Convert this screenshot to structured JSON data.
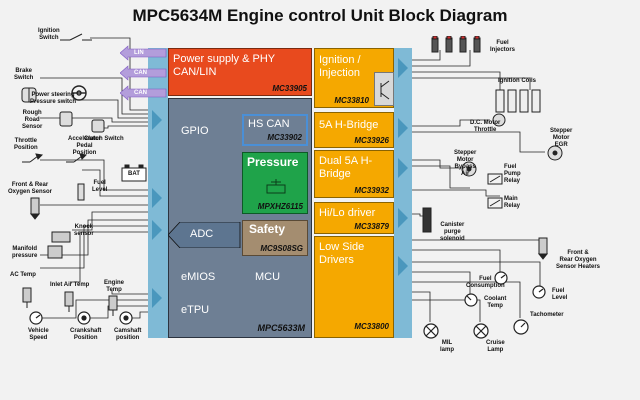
{
  "title": "MPC5634M Engine control Unit Block Diagram",
  "colors": {
    "mcu": "#6e7f94",
    "red": "#e84a1e",
    "orange": "#f5a800",
    "green": "#1fa34a",
    "safety": "#a48d70",
    "hscan": "#4a8fd6",
    "connector": "#7fbad6",
    "bus_arrow": "#b39ddb"
  },
  "bus_arrows": [
    "LIN",
    "CAN",
    "CAN"
  ],
  "blocks": {
    "power": {
      "label": "Power supply & PHY CAN/LIN",
      "part": "MC33905"
    },
    "ignition": {
      "label": "Ignition / Injection",
      "part": "MC33810"
    },
    "hbridge5": {
      "label": "5A H-Bridge",
      "part": "MC33926"
    },
    "dual_hbridge": {
      "label": "Dual 5A H-Bridge",
      "part": "MC33932"
    },
    "hilo": {
      "label": "Hi/Lo driver",
      "part": "MC33879"
    },
    "lowside": {
      "label": "Low Side Drivers",
      "part": "MC33800"
    },
    "hscan": {
      "label": "HS CAN",
      "part": "MC33902"
    },
    "pressure": {
      "label": "Pressure",
      "part": "MPXHZ6115"
    },
    "safety": {
      "label": "Safety",
      "part": "MC9S08SG"
    },
    "mcu": {
      "gpio": "GPIO",
      "adc": "ADC",
      "emios": "eMIOS",
      "mcu_label": "MCU",
      "etpu": "eTPU",
      "part": "MPC5633M"
    }
  },
  "left_labels": {
    "ignition_switch": "Ignition\nSwitch",
    "brake_switch": "Brake\nSwitch",
    "power_steering": "Power steering\nPressure switch",
    "rough_road": "Rough\nRoad\nSensor",
    "clutch_switch": "Clutch Switch",
    "throttle_position": "Throttle\nPosition",
    "accel_pedal": "Accelerator\nPedal\nPosition",
    "bat": "BAT",
    "fuel_level_left": "Fuel\nLevel",
    "oxygen": "Front & Rear\nOxygen Sensor",
    "knock": "Knock\nsensor",
    "manifold": "Manifold\npressure",
    "ac_temp": "AC Temp",
    "inlet_air": "Inlet Air Temp",
    "engine_temp": "Engine\nTemp",
    "vehicle_speed": "Vehicle\nSpeed",
    "crankshaft": "Crankshaft\nPosition",
    "camshaft": "Camshaft\nposition"
  },
  "right_labels": {
    "fuel_injectors": "Fuel\nInjectors",
    "ignition_coils": "Ignition Coils",
    "dc_motor": "D.C. Motor\nThrottle",
    "stepper_egr": "Stepper\nMotor\nEGR",
    "stepper_bypass": "Stepper\nMotor\nBypass\nAir",
    "fuel_pump": "Fuel\nPump\nRelay",
    "main_relay": "Main\nRelay",
    "canister": "Canister\npurge\nsolenoid",
    "heaters": "Front &\nRear Oxygen\nSensor Heaters",
    "fuel_consumption": "Fuel\nConsumption",
    "fuel_level_right": "Fuel\nLevel",
    "coolant": "Coolant\nTemp",
    "tachometer": "Tachometer",
    "mil": "MIL\nlamp",
    "cruise": "Cruise\nLamp"
  }
}
